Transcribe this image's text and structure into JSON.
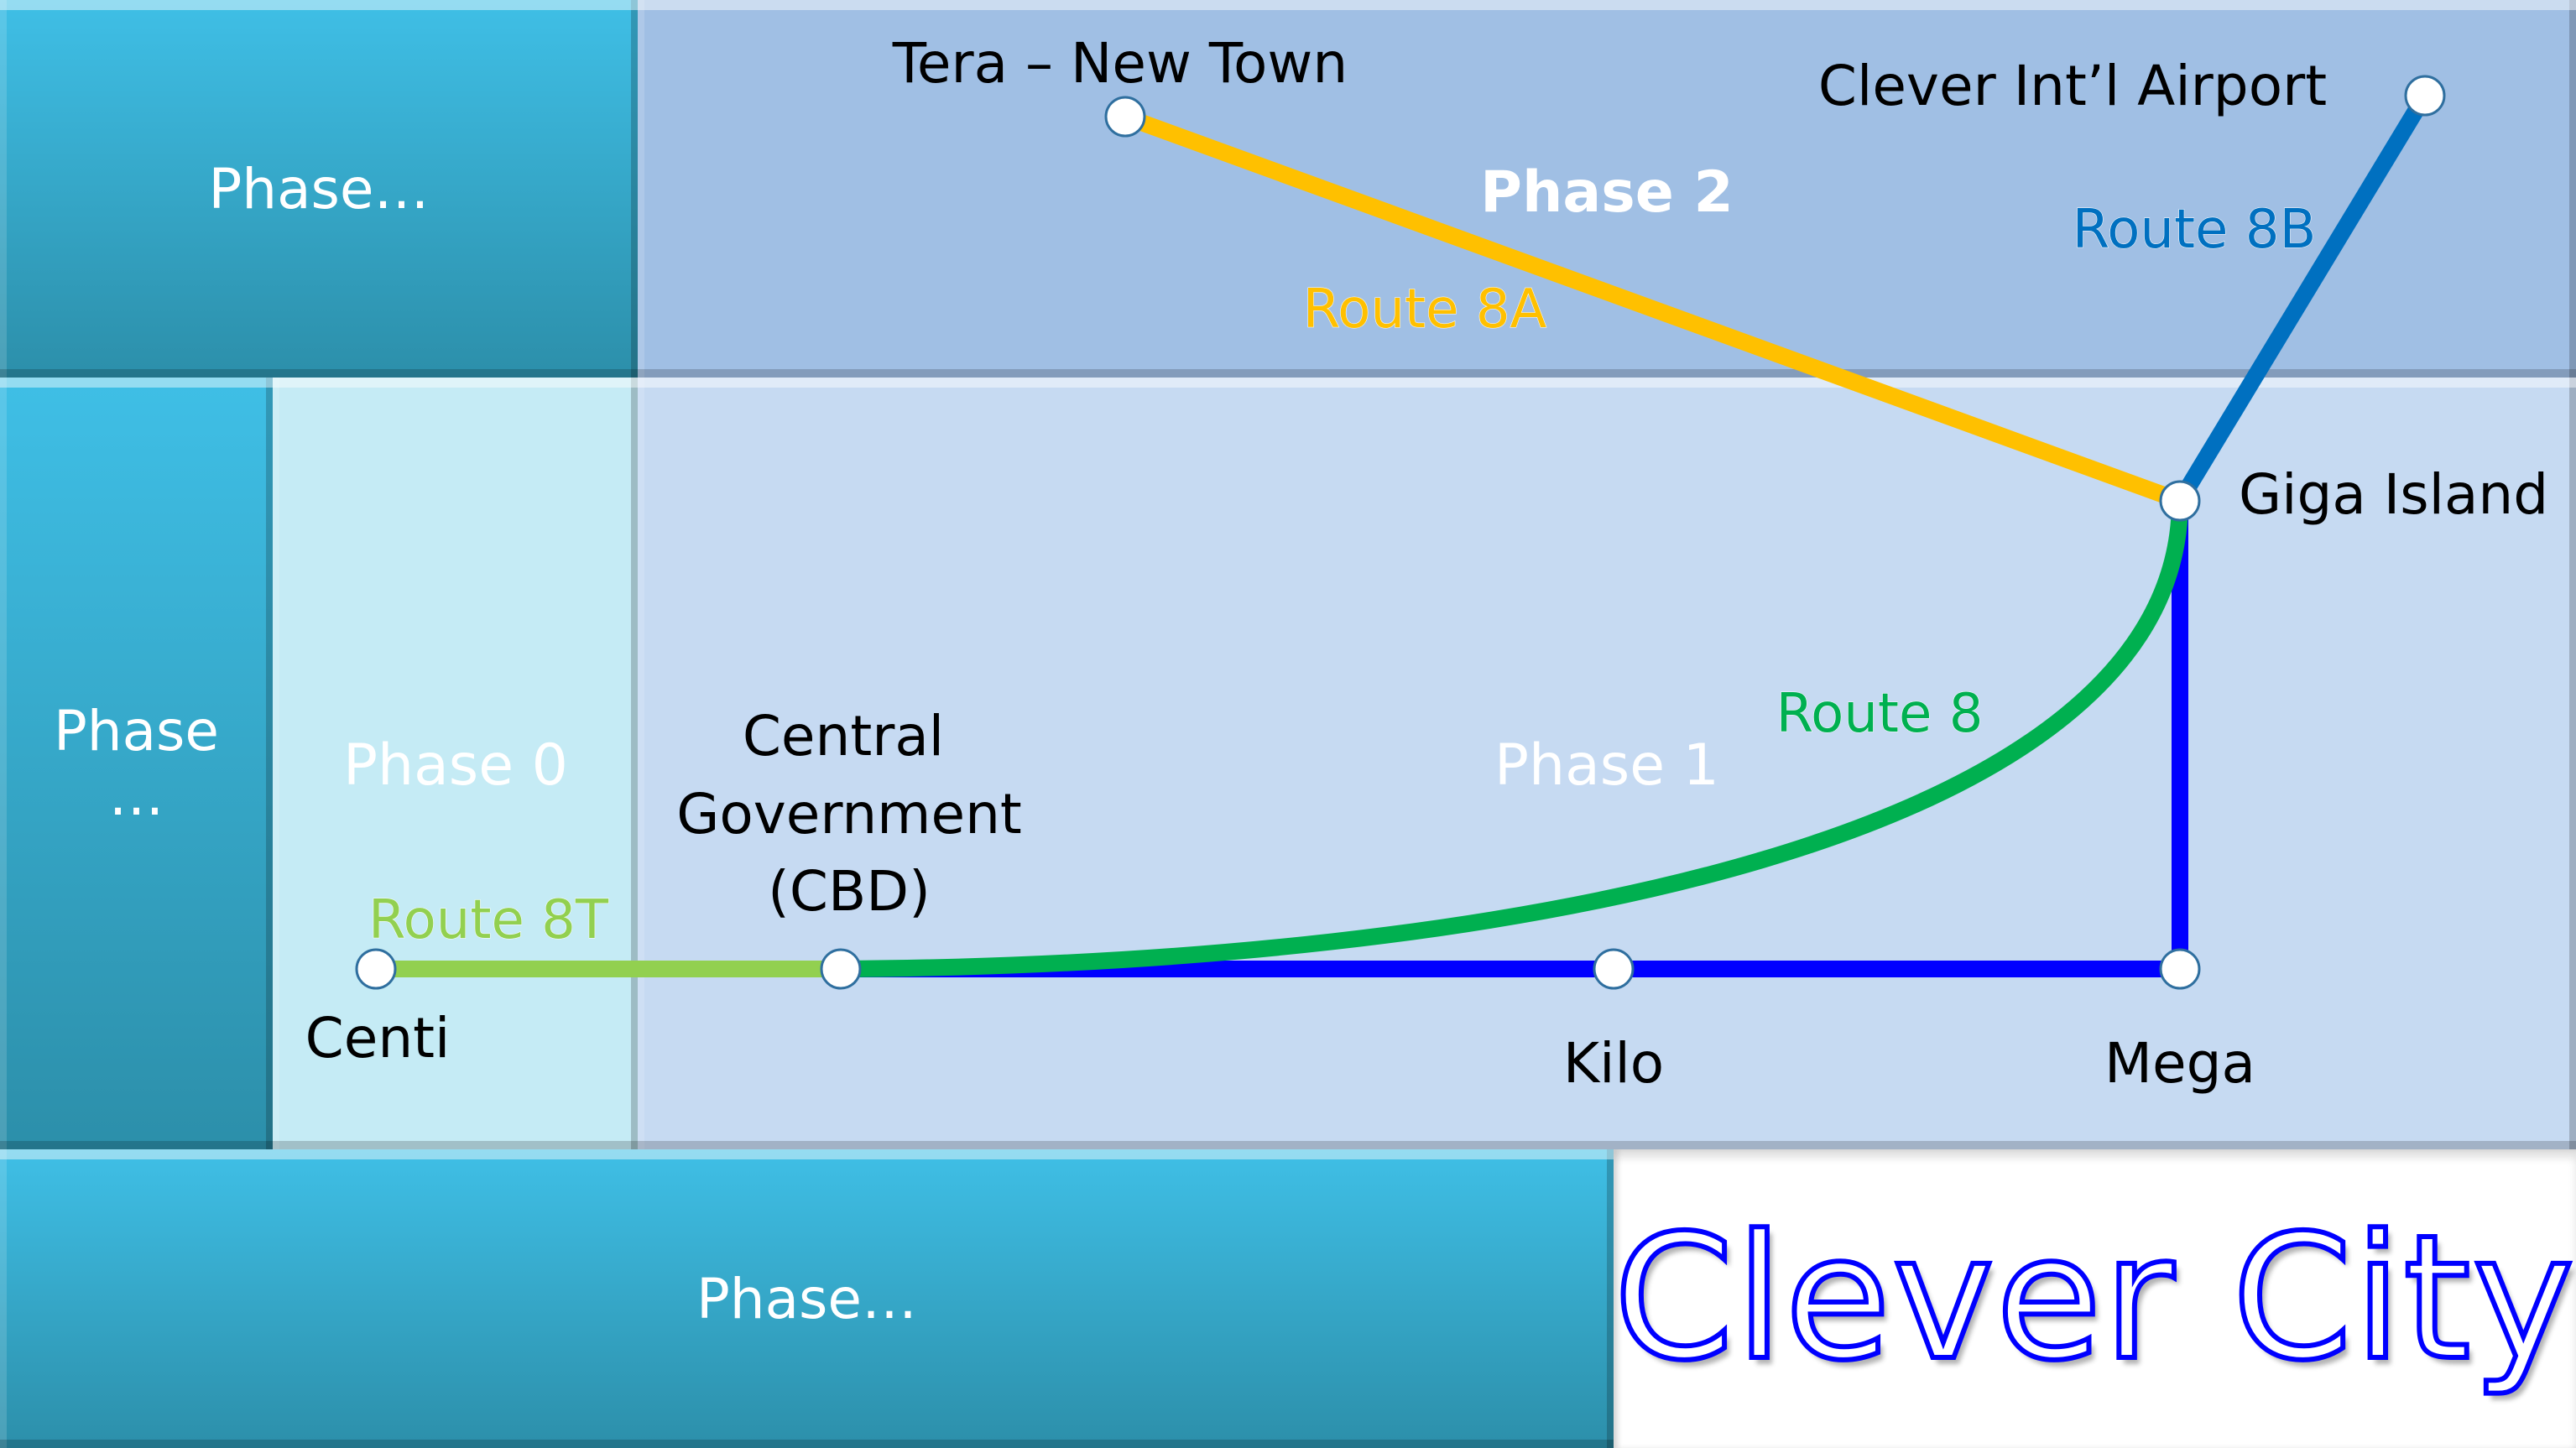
{
  "blocks": {
    "top_left": "Phase…",
    "left_line1": "Phase",
    "left_line2": "…",
    "bottom": "Phase…",
    "phase2": "Phase 2",
    "phase1": "Phase 1",
    "phase0": "Phase 0"
  },
  "logo": "Clever City",
  "stations": {
    "tera": "Tera – New Town",
    "airport": "Clever Int’l Airport",
    "giga": "Giga Island",
    "cbd_1": "Central",
    "cbd_2": "Government",
    "cbd_3": "(CBD)",
    "centi": "Centi",
    "kilo": "Kilo",
    "mega": "Mega"
  },
  "routes": {
    "r8a": {
      "label": "Route 8A",
      "color": "#ffc000"
    },
    "r8b": {
      "label": "Route 8B",
      "color": "#0070c0"
    },
    "r8": {
      "label": "Route 8",
      "color": "#00b050"
    },
    "r8t": {
      "label": "Route 8T",
      "color": "#92d050"
    },
    "blue": {
      "color": "#0000ff"
    }
  }
}
